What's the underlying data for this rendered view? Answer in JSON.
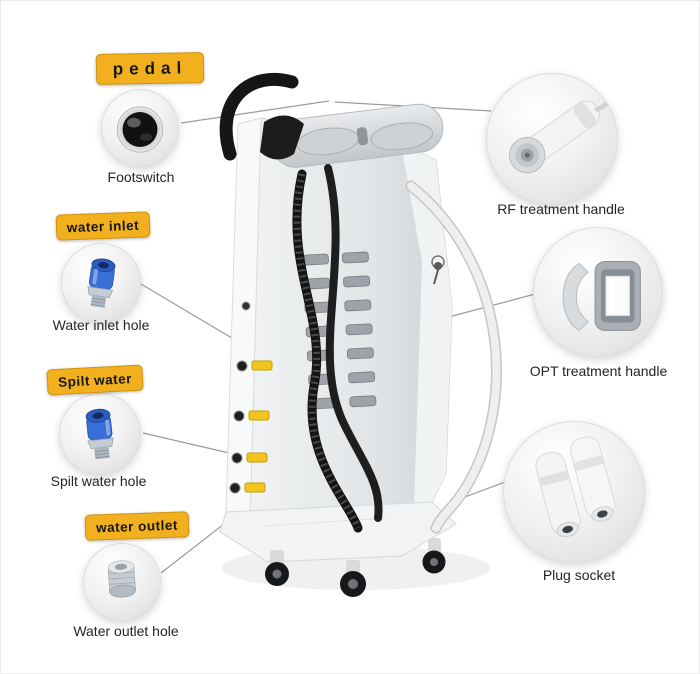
{
  "colors": {
    "tag_bg": "#F2B01E",
    "tag_border": "#CF940F",
    "tag_text": "#161616",
    "caption_text": "#242424",
    "callout_line": "#9B9B9B",
    "machine_body": "#E8EAEC",
    "cable_black": "#161616",
    "cable_white": "#EFEFEF"
  },
  "left_callouts": [
    {
      "tag": "pedal",
      "caption": "Footswitch"
    },
    {
      "tag": "water inlet",
      "caption": "Water inlet hole"
    },
    {
      "tag": "Spilt water",
      "caption": "Spilt water hole"
    },
    {
      "tag": "water outlet",
      "caption": "Water outlet hole"
    }
  ],
  "right_callouts": [
    {
      "caption": "RF treatment handle"
    },
    {
      "caption": "OPT treatment handle"
    },
    {
      "caption": "Plug socket"
    }
  ]
}
